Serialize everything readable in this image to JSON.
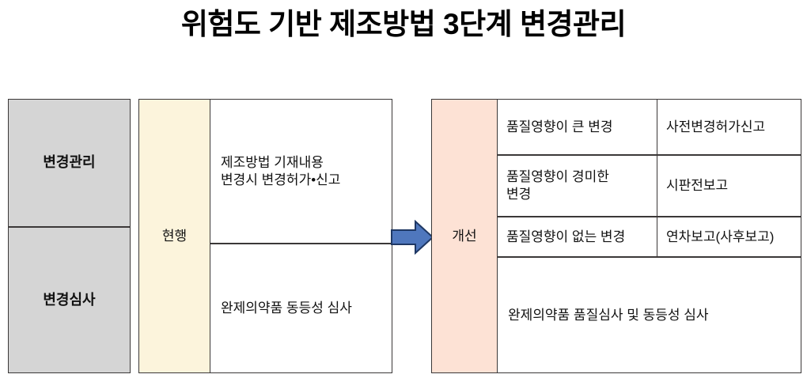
{
  "title": "위험도 기반 제조방법 3단계 변경관리",
  "left_column": {
    "items": [
      {
        "label": "변경관리"
      },
      {
        "label": "변경심사"
      }
    ]
  },
  "current": {
    "label": "현행",
    "rows": [
      {
        "text": "제조방법 기재내용\n변경시 변경허가•신고"
      },
      {
        "text": "완제의약품 동등성 심사"
      }
    ]
  },
  "arrow": {
    "icon": "right-arrow-icon",
    "fill": "#4f77bd",
    "stroke": "#1f3864"
  },
  "improved": {
    "label": "개선",
    "rows": [
      {
        "change": "품질영향이 큰 변경",
        "action": "사전변경허가신고"
      },
      {
        "change": "품질영향이 경미한\n변경",
        "action": "시판전보고"
      },
      {
        "change": "품질영향이 없는 변경",
        "action": "연차보고(사후보고)"
      }
    ],
    "footer": "완제의약품 품질심사 및 동등성 심사"
  },
  "colors": {
    "gray": "#d5d5d5",
    "cream": "#fcf4dc",
    "pink": "#fde2d5",
    "border": "#3b3838",
    "arrow_fill": "#4f77bd",
    "arrow_stroke": "#1f3864"
  }
}
